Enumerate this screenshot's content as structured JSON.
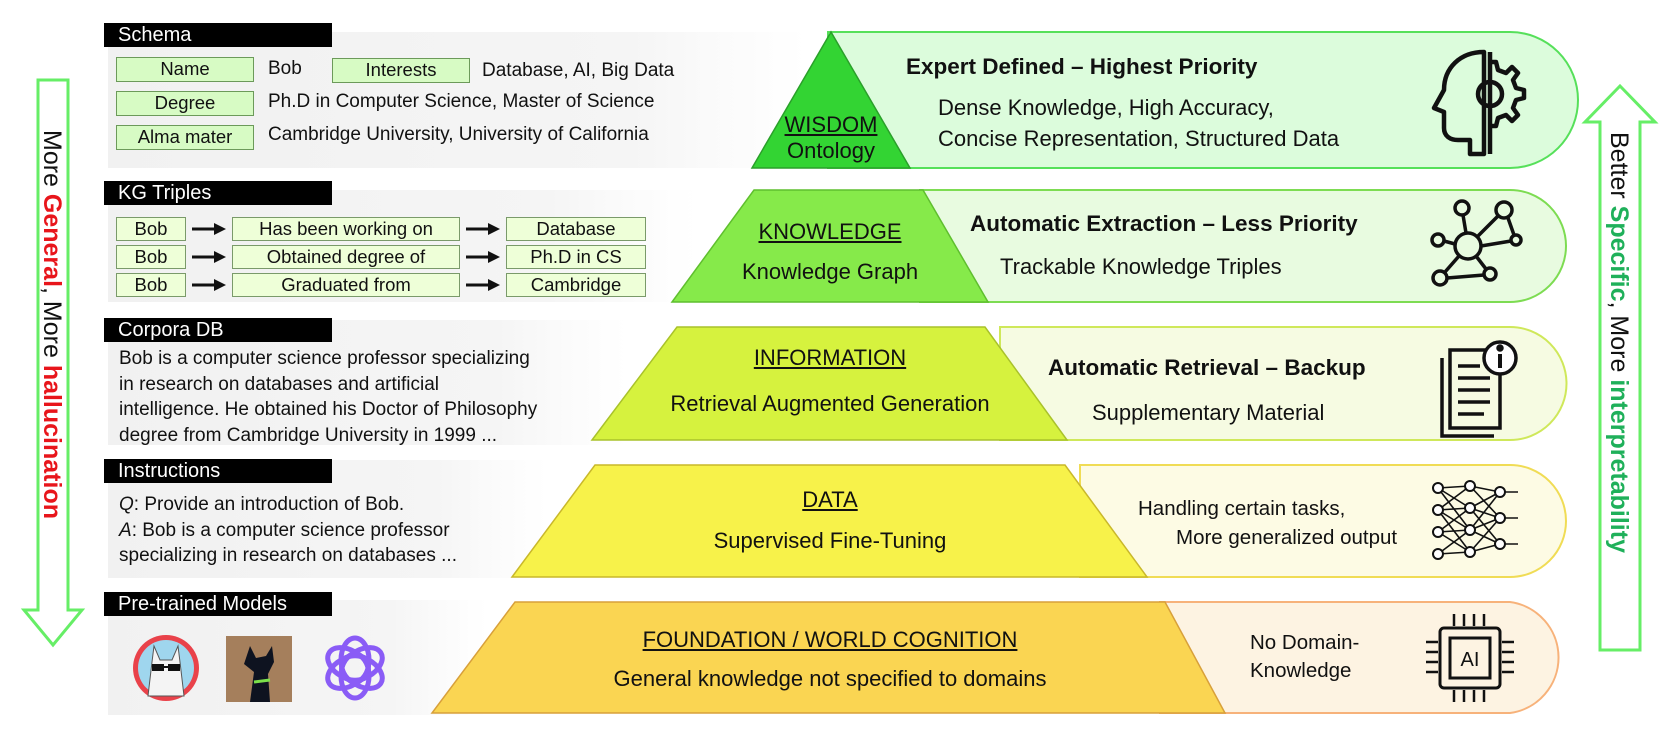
{
  "left_panels": {
    "schema": {
      "header": "Schema",
      "fields": [
        {
          "label": "Name",
          "value": "Bob"
        },
        {
          "label": "Interests",
          "value": "Database, AI, Big Data"
        },
        {
          "label": "Degree",
          "value": "Ph.D in Computer Science, Master of Science"
        },
        {
          "label": "Alma mater",
          "value": "Cambridge University, University of California"
        }
      ]
    },
    "kg_triples": {
      "header": "KG Triples",
      "rows": [
        {
          "subject": "Bob",
          "relation": "Has been working on",
          "object": "Database"
        },
        {
          "subject": "Bob",
          "relation": "Obtained degree of",
          "object": "Ph.D in CS"
        },
        {
          "subject": "Bob",
          "relation": "Graduated from",
          "object": "Cambridge"
        }
      ]
    },
    "corpora_db": {
      "header": "Corpora DB",
      "lines": [
        "Bob is a computer science professor specializing",
        "in research on databases and artificial",
        "intelligence. He obtained his Doctor of Philosophy",
        "degree from Cambridge University in 1999 ..."
      ]
    },
    "instructions": {
      "header": "Instructions",
      "q_label": "Q",
      "q_text": ": Provide an introduction of Bob.",
      "a_label": "A",
      "a_text": ": Bob is a computer science professor",
      "a_text2": "specializing in research on databases ..."
    },
    "pretrained": {
      "header": "Pre-trained Models",
      "models": [
        "llama-avatar-icon",
        "alpaca-avatar-icon",
        "openai-logo-icon"
      ]
    }
  },
  "pyramid": [
    {
      "title": "WISDOM",
      "subtitle": "Ontology",
      "color": "#33d433",
      "band_bold": "Expert Defined – Highest Priority",
      "band_lines": [
        "Dense Knowledge, High Accuracy,",
        "Concise Representation, Structured Data"
      ],
      "band_color": "#dcfcdc",
      "border": "#56e05a",
      "icon": "brain-gear-icon"
    },
    {
      "title": "KNOWLEDGE",
      "subtitle": "Knowledge Graph",
      "color": "#86ea4a",
      "band_bold": "Automatic Extraction – Less Priority",
      "band_lines": [
        "Trackable Knowledge Triples"
      ],
      "band_color": "#e8fbe0",
      "border": "#7ddc52",
      "icon": "network-graph-icon"
    },
    {
      "title": "INFORMATION",
      "subtitle": "Retrieval Augmented Generation",
      "color": "#d6f23e",
      "band_bold": "Automatic Retrieval – Backup",
      "band_lines": [
        "Supplementary Material"
      ],
      "band_color": "#f6fbe2",
      "border": "#cfe85a",
      "icon": "document-info-icon"
    },
    {
      "title": "DATA",
      "subtitle": "Supervised Fine-Tuning",
      "color": "#f7f24a",
      "band_bold": "",
      "band_lines": [
        "Handling certain tasks,",
        "More generalized output"
      ],
      "band_color": "#fdfbe4",
      "border": "#f0dc55",
      "icon": "neural-network-icon"
    },
    {
      "title": "FOUNDATION / WORLD COGNITION",
      "subtitle": "General knowledge not specified to domains",
      "color": "#fad552",
      "band_bold": "",
      "band_lines": [
        "No Domain-",
        "Knowledge"
      ],
      "band_color": "#fdf3e2",
      "border": "#f7b27a",
      "icon": "ai-chip-icon"
    }
  ],
  "left_arrow": {
    "part1": "More ",
    "word1": "General",
    "part2": ", More ",
    "word2": "hallucination",
    "color": "#e8151b",
    "arrow_color": "#66ee66"
  },
  "right_arrow": {
    "part1": "Better ",
    "word1": "Specific",
    "part2": ", More ",
    "word2": "interpretability",
    "color": "#1fb05a",
    "arrow_color": "#66ee66"
  }
}
